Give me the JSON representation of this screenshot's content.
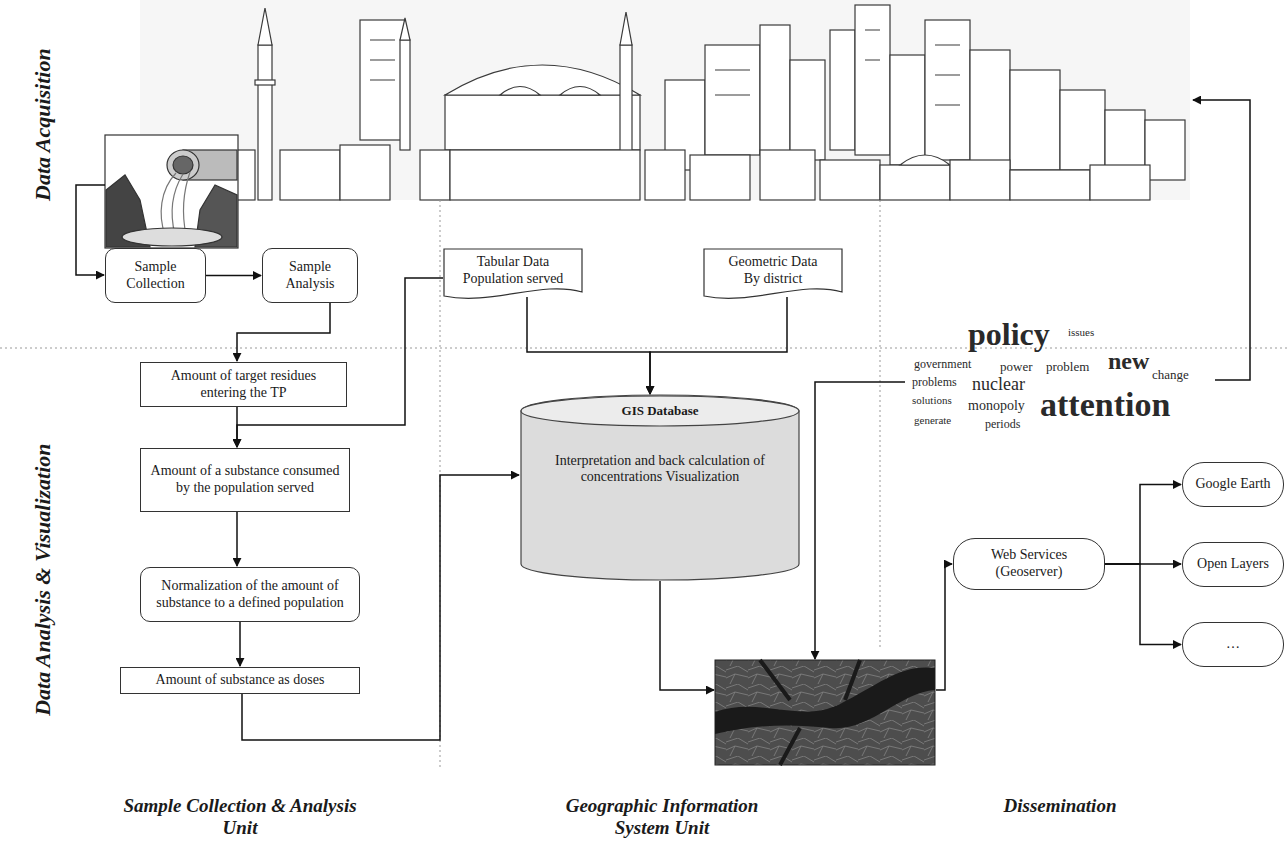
{
  "diagram": {
    "nodes": [
      {
        "text": [
          "Sample Collection"
        ]
      },
      {
        "text": [
          "Sample Analysis"
        ]
      },
      {
        "text": [
          "Tabular Data",
          "Population served"
        ]
      },
      {
        "text": [
          "Geometric Data",
          "By district"
        ]
      },
      {
        "text": [
          "Amount of target residues entering the TP"
        ]
      },
      {
        "text": [
          "Amount of a substance consumed by the population served"
        ]
      },
      {
        "text": [
          "Normalization of the amount of substance to a defined population"
        ]
      },
      {
        "text": [
          "Amount of substance as doses"
        ]
      },
      {
        "text": [
          "GIS Database",
          "Interpretation and back calculation of concentrations Visualization"
        ]
      },
      {
        "text": [
          "Web Services (Geoserver)"
        ]
      },
      {
        "text": [
          "Google Earth"
        ]
      },
      {
        "text": [
          "Open Layers"
        ]
      },
      {
        "text": [
          "…"
        ]
      }
    ],
    "edges": [
      {
        "from": 0,
        "to": 1,
        "arrow": "to"
      },
      {
        "from": 1,
        "to": 4,
        "arrow": "to"
      },
      {
        "from": 4,
        "to": 5,
        "arrow": "to"
      },
      {
        "from": 2,
        "to": 5,
        "arrow": "to"
      },
      {
        "from": 5,
        "to": 6,
        "arrow": "to"
      },
      {
        "from": 6,
        "to": 7,
        "arrow": "to"
      },
      {
        "from": 2,
        "to": 8,
        "arrow": "to"
      },
      {
        "from": 3,
        "to": 8,
        "arrow": "to"
      },
      {
        "from": 7,
        "to": 8,
        "arrow": "to"
      },
      {
        "from": 9,
        "to": 10,
        "arrow": "to"
      },
      {
        "from": 9,
        "to": 11,
        "arrow": "to"
      },
      {
        "from": 9,
        "to": 12,
        "arrow": "to"
      }
    ],
    "labels": [
      "Data Acquisition",
      "Data Analysis & Visualization",
      "Sample Collection & Analysis Unit",
      "Geographic Information System Unit",
      "Dissemination",
      "policy",
      "issues",
      "government",
      "power",
      "problem",
      "new",
      "problems",
      "nuclear",
      "change",
      "attention",
      "solutions",
      "monopoly",
      "generate",
      "periods"
    ]
  }
}
